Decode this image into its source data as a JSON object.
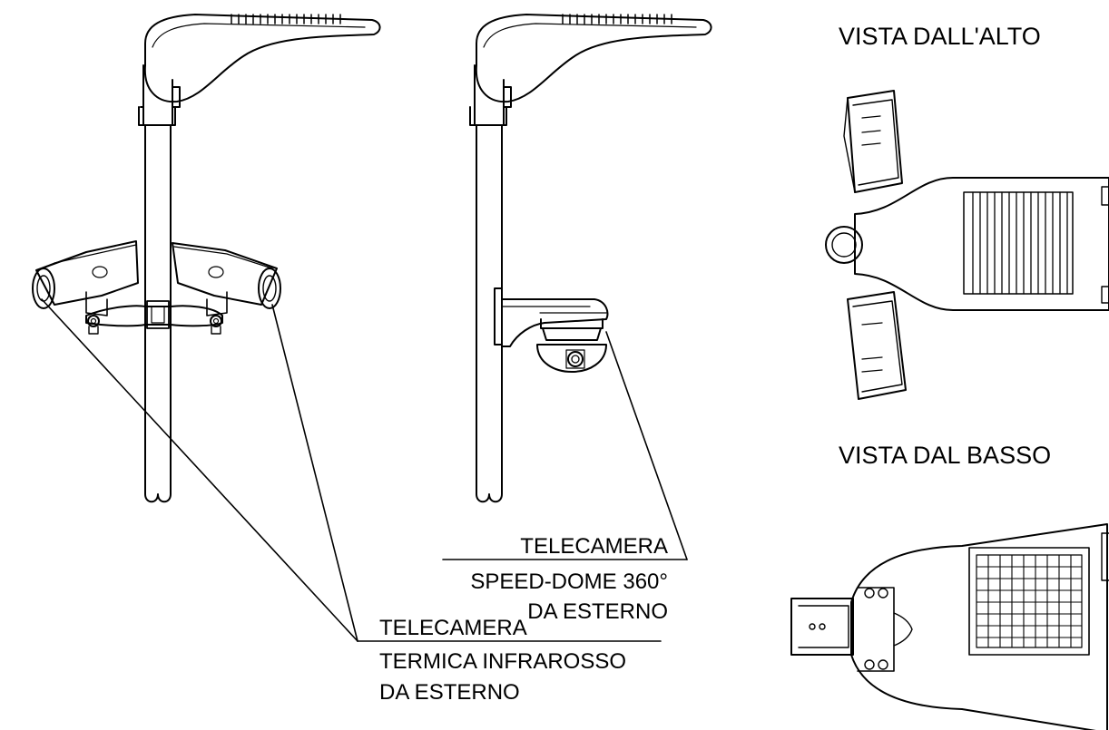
{
  "views": {
    "top_title": "VISTA DALL'ALTO",
    "bottom_title": "VISTA DAL BASSO"
  },
  "callouts": {
    "dome": {
      "line1": "TELECAMERA",
      "line2": "SPEED-DOME 360°",
      "line3": "DA ESTERNO"
    },
    "thermal": {
      "line1": "TELECAMERA",
      "line2": "TERMICA INFRAROSSO",
      "line3": "DA ESTERNO"
    }
  },
  "colors": {
    "ink": "#000000",
    "paper": "#ffffff"
  }
}
